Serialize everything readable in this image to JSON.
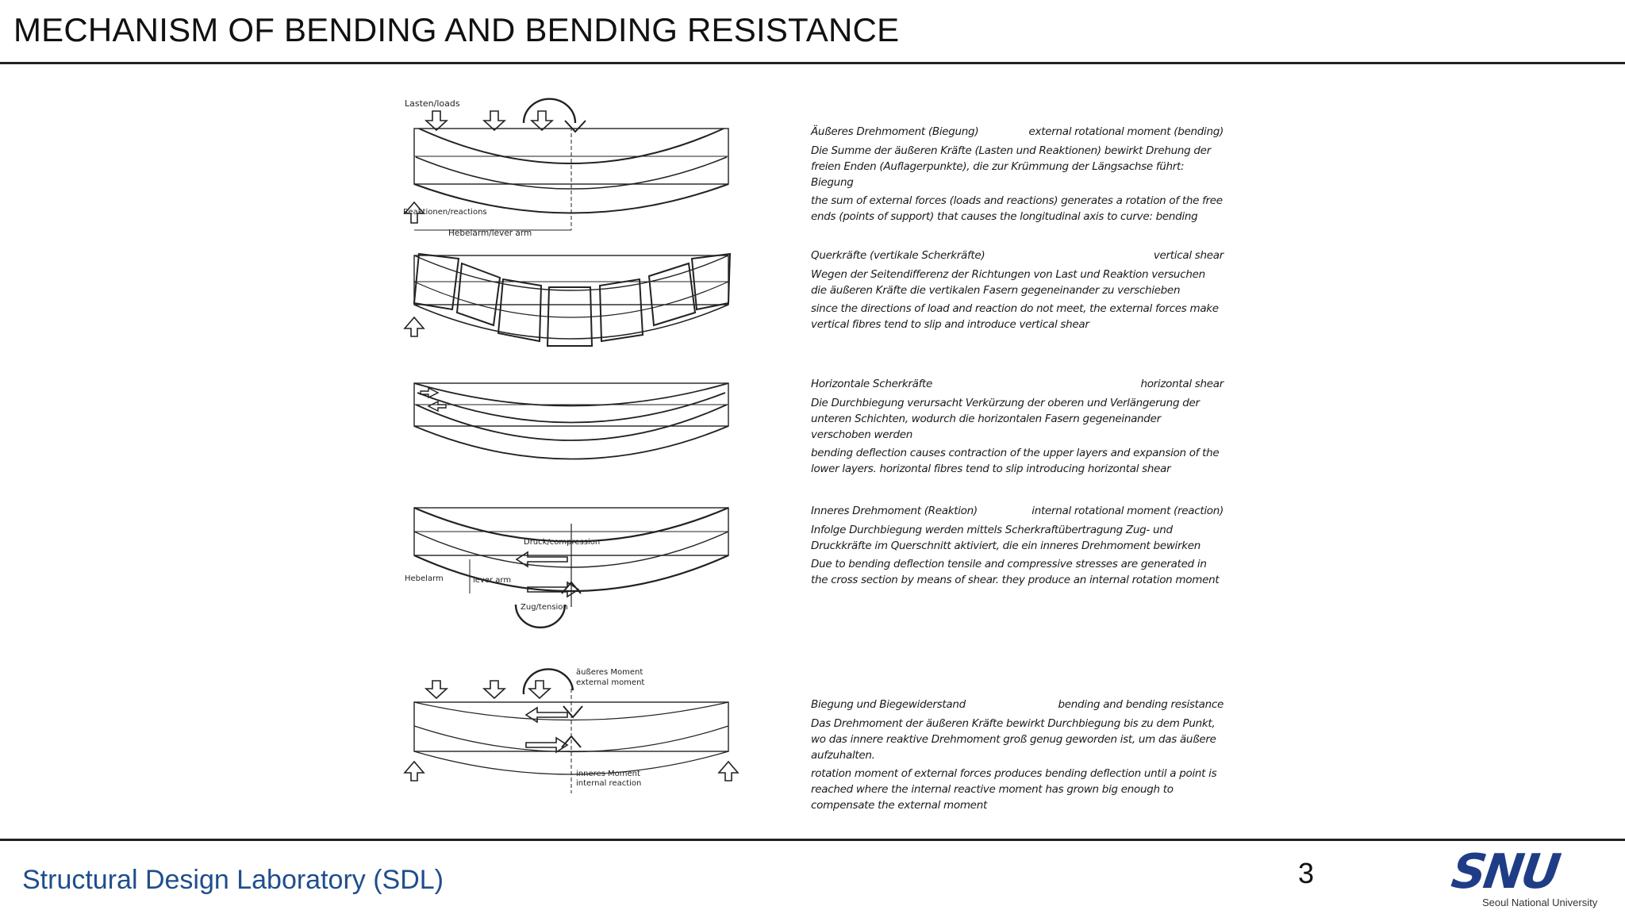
{
  "slide": {
    "title": "MECHANISM OF BENDING AND BENDING RESISTANCE",
    "footer_lab": "Structural Design Laboratory (SDL)",
    "page_number": "3",
    "logo_text": "SNU",
    "logo_subtext": "Seoul National University",
    "brand_color": "#1f3d86"
  },
  "figure_labels": {
    "loads": "Lasten/loads",
    "reactions": "Reaktionen/reactions",
    "lever_arm_1": "Hebelarm/lever arm",
    "compression": "Druck/compression",
    "lever_arm_de": "Hebelarm",
    "lever_arm_en": "lever arm",
    "tension": "Zug/tension",
    "external_moment_de": "äußeres Moment",
    "external_moment_en": "external moment",
    "internal_moment_de": "inneres Moment",
    "internal_reaction_en": "internal reaction"
  },
  "panels": [
    {
      "heading_de": "Äußeres Drehmoment (Biegung)",
      "heading_en": "external rotational moment (bending)",
      "text_de": "Die Summe der äußeren Kräfte (Lasten und Reaktionen) bewirkt Drehung der freien Enden (Auflagerpunkte), die zur Krümmung der Längsachse führt: Biegung",
      "text_en": "the sum of external forces (loads and reactions) generates a rotation of the free ends (points of support) that causes the longitudinal axis to curve: bending"
    },
    {
      "heading_de": "Querkräfte (vertikale Scherkräfte)",
      "heading_en": "vertical shear",
      "text_de": "Wegen der Seitendifferenz der Richtungen von Last und Reaktion versuchen die äußeren Kräfte die vertikalen Fasern gegeneinander zu verschieben",
      "text_en": "since the directions of load and reaction do not meet, the external forces make vertical fibres tend to slip and introduce vertical shear"
    },
    {
      "heading_de": "Horizontale Scherkräfte",
      "heading_en": "horizontal shear",
      "text_de": "Die Durchbiegung verursacht Verkürzung der oberen und Verlängerung der unteren Schichten, wodurch die horizontalen Fasern gegeneinander verschoben werden",
      "text_en": "bending deflection causes contraction of the upper layers and expansion of the lower layers. horizontal fibres tend to slip introducing horizontal shear"
    },
    {
      "heading_de": "Inneres Drehmoment (Reaktion)",
      "heading_en": "internal rotational moment (reaction)",
      "text_de": "Infolge Durchbiegung werden mittels Scherkraftübertragung Zug- und Druckkräfte im Querschnitt aktiviert, die ein inneres Drehmoment bewirken",
      "text_en": "Due to bending deflection tensile and compressive stresses are generated in the cross section by means of shear. they produce an internal rotation moment"
    },
    {
      "heading_de": "Biegung und Biegewiderstand",
      "heading_en": "bending and bending resistance",
      "text_de": "Das Drehmoment der äußeren Kräfte bewirkt Durchbiegung bis zu dem Punkt, wo das innere reaktive Drehmoment groß genug geworden ist, um das äußere aufzuhalten.",
      "text_en": "rotation moment of external forces produces bending deflection until a point is reached where the internal reactive moment has grown big enough to compensate the external moment"
    }
  ]
}
